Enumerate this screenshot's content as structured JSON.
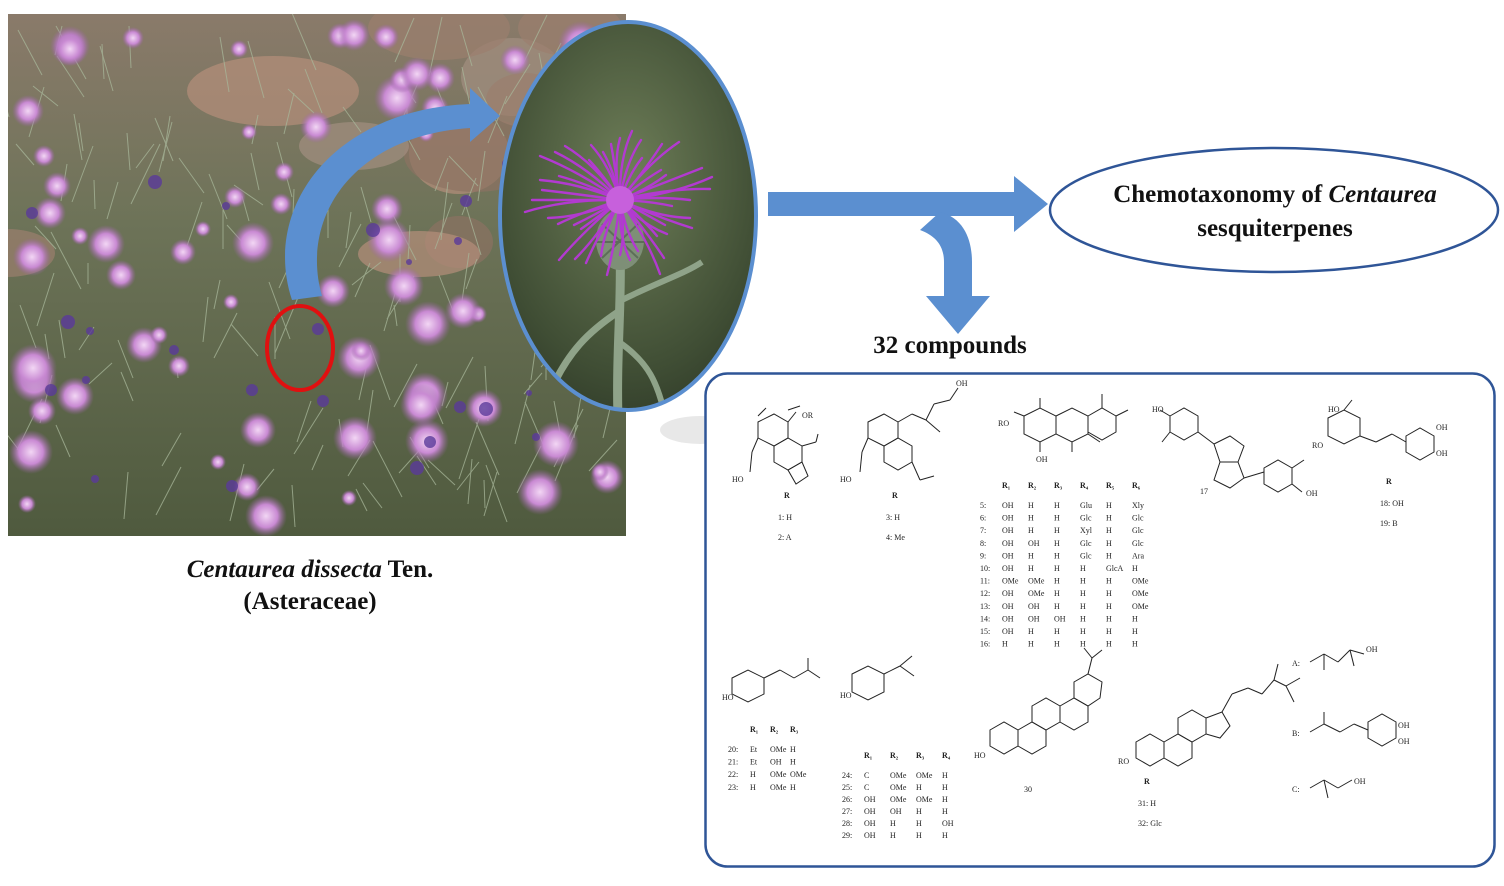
{
  "species": {
    "name_italic": "Centaurea dissecta",
    "authority": "Ten.",
    "family": "(Asteraceae)"
  },
  "chemotaxonomy": {
    "prefix": "Chemotaxonomy of ",
    "genus_italic": "Centaurea",
    "suffix": "sesquiterpenes"
  },
  "compounds_title": "32 compounds",
  "colors": {
    "arrow": "#5b8fd0",
    "frame": "#2f5597",
    "highlight": "#e01010",
    "flower": "#a436c8"
  },
  "structures": {
    "s1": {
      "r_label": "R",
      "entries": [
        "1: H",
        "2: A"
      ]
    },
    "s2": {
      "r_label": "R",
      "entries": [
        "3: H",
        "4: Me"
      ]
    },
    "s3": {
      "headers": [
        "R₁",
        "R₂",
        "R₃",
        "R₄",
        "R₅",
        "R₆"
      ],
      "rows": [
        [
          "5:",
          "OH",
          "H",
          "H",
          "Glu",
          "H",
          "Xly"
        ],
        [
          "6:",
          "OH",
          "H",
          "H",
          "Glc",
          "H",
          "Glc"
        ],
        [
          "7:",
          "OH",
          "H",
          "H",
          "Xyl",
          "H",
          "Glc"
        ],
        [
          "8:",
          "OH",
          "OH",
          "H",
          "Glc",
          "H",
          "Glc"
        ],
        [
          "9:",
          "OH",
          "H",
          "H",
          "Glc",
          "H",
          "Ara"
        ],
        [
          "10:",
          "OH",
          "H",
          "H",
          "H",
          "GlcA",
          "H"
        ],
        [
          "11:",
          "OMe",
          "OMe",
          "H",
          "H",
          "H",
          "OMe"
        ],
        [
          "12:",
          "OH",
          "OMe",
          "H",
          "H",
          "H",
          "OMe"
        ],
        [
          "13:",
          "OH",
          "OH",
          "H",
          "H",
          "H",
          "OMe"
        ],
        [
          "14:",
          "OH",
          "OH",
          "OH",
          "H",
          "H",
          "H"
        ],
        [
          "15:",
          "OH",
          "H",
          "H",
          "H",
          "H",
          "H"
        ],
        [
          "16:",
          "H",
          "H",
          "H",
          "H",
          "H",
          "H"
        ]
      ]
    },
    "s4": {
      "label": "17"
    },
    "s5": {
      "r_label": "R",
      "entries": [
        "18: OH",
        "19: B"
      ]
    },
    "s6": {
      "headers": [
        "R₁",
        "R₂",
        "R₃"
      ],
      "rows": [
        [
          "20:",
          "Et",
          "OMe",
          "H"
        ],
        [
          "21:",
          "Et",
          "OH",
          "H"
        ],
        [
          "22:",
          "H",
          "OMe",
          "OMe"
        ],
        [
          "23:",
          "H",
          "OMe",
          "H"
        ]
      ]
    },
    "s7": {
      "headers": [
        "R₁",
        "R₂",
        "R₃",
        "R₄"
      ],
      "rows": [
        [
          "24:",
          "C",
          "OMe",
          "OMe",
          "H"
        ],
        [
          "25:",
          "C",
          "OMe",
          "H",
          "H"
        ],
        [
          "26:",
          "OH",
          "OMe",
          "OMe",
          "H"
        ],
        [
          "27:",
          "OH",
          "OH",
          "H",
          "H"
        ],
        [
          "28:",
          "OH",
          "H",
          "H",
          "OH"
        ],
        [
          "29:",
          "OH",
          "H",
          "H",
          "H"
        ]
      ]
    },
    "s8": {
      "label": "30"
    },
    "s9": {
      "r_label": "R",
      "entries": [
        "31: H",
        "32: Glc"
      ]
    },
    "substituents": [
      "A:",
      "B:",
      "C:"
    ]
  }
}
